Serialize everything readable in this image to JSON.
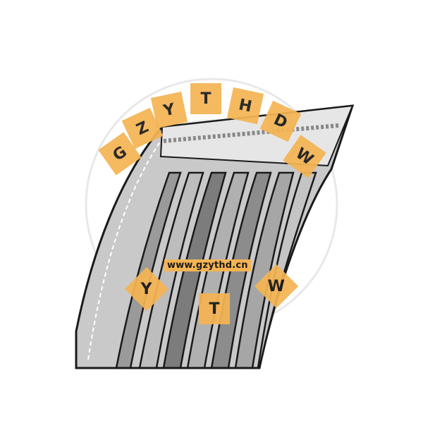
{
  "image": {
    "subject": "poly-V ribbed belt cross-section illustration",
    "watermark": {
      "arc_letters": [
        "G",
        "Z",
        "Y",
        "T",
        "H",
        "D",
        "W"
      ],
      "url": "www.gzythd.cn",
      "lower_letters": [
        "Y",
        "T",
        "W"
      ],
      "tile_color": "#f5b453"
    },
    "colors": {
      "belt_light": "#d9d9d9",
      "belt_mid": "#a8a8a8",
      "belt_dark": "#7a7a7a",
      "outline": "#1a1a1a",
      "background": "#ffffff"
    }
  }
}
